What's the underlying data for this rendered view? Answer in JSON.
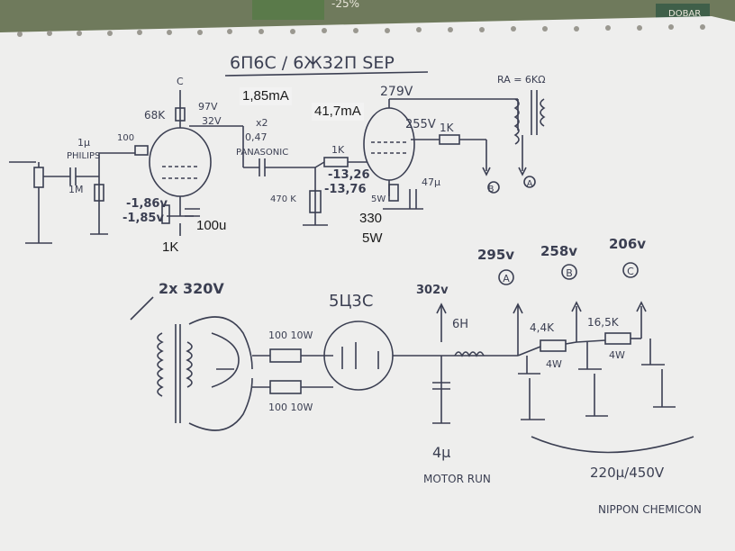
{
  "colors": {
    "paper": "#eeeeed",
    "ink": "#3b3f52",
    "table": "#8d8a84",
    "print_label_bg": "#f2f2f2"
  },
  "title": "6П6С / 6Ж32П SEP",
  "printed_labels": {
    "current_driver": "1,85mA",
    "current_output": "41,7mA",
    "cathode_cap": "100u",
    "cathode_res": "1K",
    "output_cathode_res": "330",
    "output_cathode_watt": "5W"
  },
  "handwritten": {
    "load_impedance": "RA = 6KΩ",
    "b_plus_output": "279V",
    "screen_voltage": "255V",
    "screen_res": "1K",
    "node_c": "C",
    "res_68k": "68K",
    "v97": "97V",
    "v32": "32V",
    "input_cap": "1µ",
    "input_brand": "PHILIPS",
    "grid_stop": "100",
    "pot": "1M",
    "cathode_v1": "-1,86v",
    "cathode_v2": "-1,85v",
    "coupling_x2": "x2",
    "coupling_cap": "0,47",
    "coupling_brand": "PANASONIC",
    "grid_stop2": "1K",
    "bias1": "-13,26",
    "bias2": "-13,76",
    "grid_leak": "470 K",
    "cathode_bypass": "47µ",
    "node_b_out": "B",
    "node_a_out": "A",
    "sw": "5W",
    "ps_v1": "295v",
    "ps_v2": "258v",
    "ps_v3": "206v",
    "node_a": "A",
    "node_b": "B",
    "node_c2": "C",
    "transformer": "2x 320V",
    "rectifier": "5Ц3С",
    "rect_out": "302v",
    "r100a": "100 10W",
    "r100b": "100 10W",
    "choke": "6H",
    "r44k": "4,4K",
    "r44k_w": "4W",
    "r165k": "16,5K",
    "r165k_w": "4W",
    "first_cap": "4µ",
    "first_cap_type": "MOTOR RUN",
    "caps": "220µ/450V",
    "caps_brand": "NIPPON CHEMICON"
  },
  "background_scraps": [
    "-25%",
    "DOBAR"
  ]
}
